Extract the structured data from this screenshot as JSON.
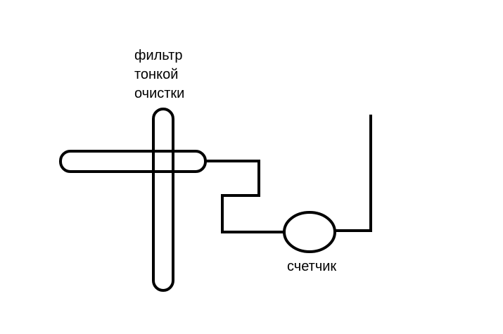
{
  "diagram": {
    "filter_label_lines": [
      "фильтр",
      "тонкой",
      "очистки"
    ],
    "meter_label": "счетчик",
    "colors": {
      "background": "#ffffff",
      "stroke": "#000000"
    }
  }
}
